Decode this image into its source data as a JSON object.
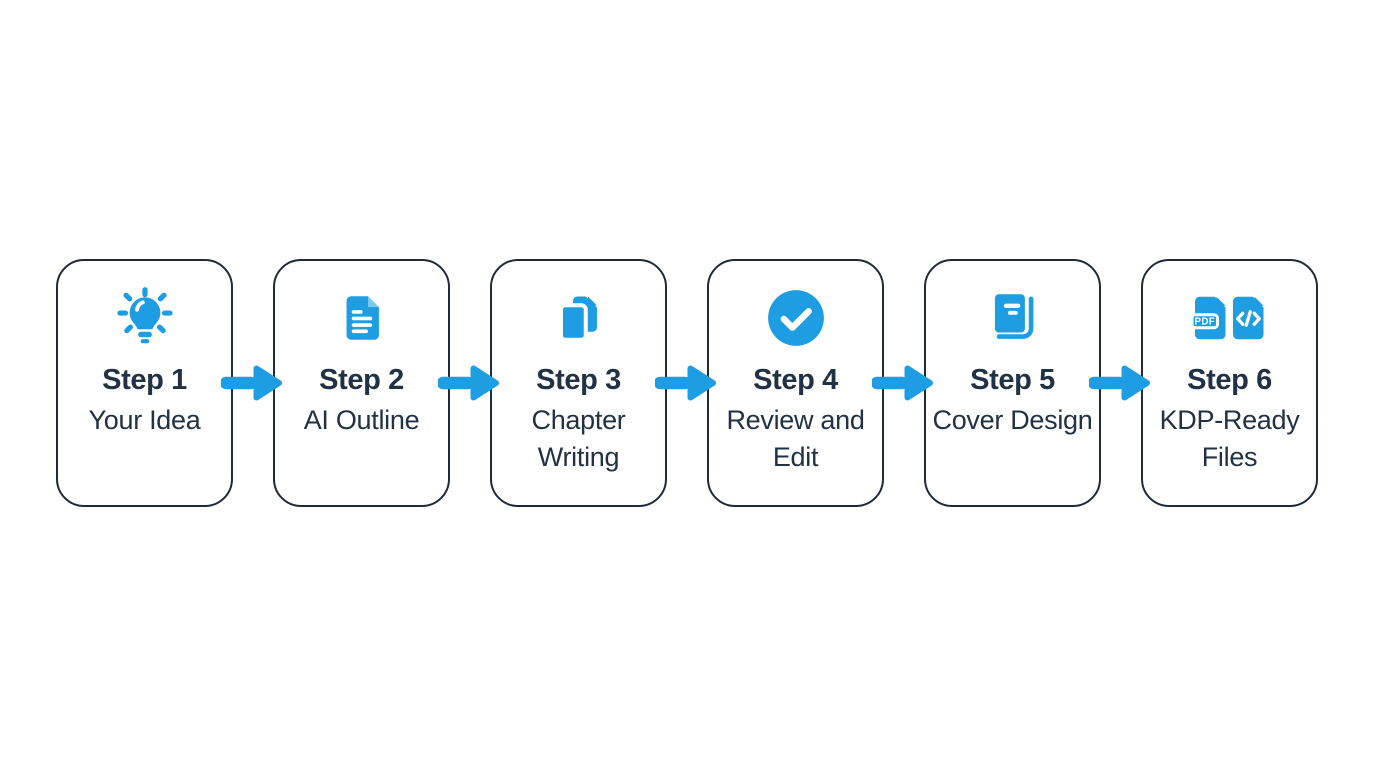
{
  "colors": {
    "accent_blue": "#1E9DE2",
    "fold_blue": "#7EC8F0",
    "navy_text": "#213244",
    "navy_border": "#1F2B38",
    "background": "#FFFFFF"
  },
  "diagram": {
    "type": "process-flow",
    "direction": "left-to-right",
    "connector": "arrow-right",
    "steps": [
      {
        "label": "Step 1",
        "description": "Your Idea",
        "icon": "lightbulb-icon"
      },
      {
        "label": "Step 2",
        "description": "AI Outline",
        "icon": "document-icon"
      },
      {
        "label": "Step 3",
        "description": "Chapter Writing",
        "icon": "document-stack-icon"
      },
      {
        "label": "Step 4",
        "description": "Review and Edit",
        "icon": "check-circle-icon"
      },
      {
        "label": "Step 5",
        "description": "Cover Design",
        "icon": "book-icon"
      },
      {
        "label": "Step 6",
        "description": "KDP-Ready Files",
        "icon": "pdf-and-code-files-icon",
        "badge_text": "PDF"
      }
    ]
  }
}
